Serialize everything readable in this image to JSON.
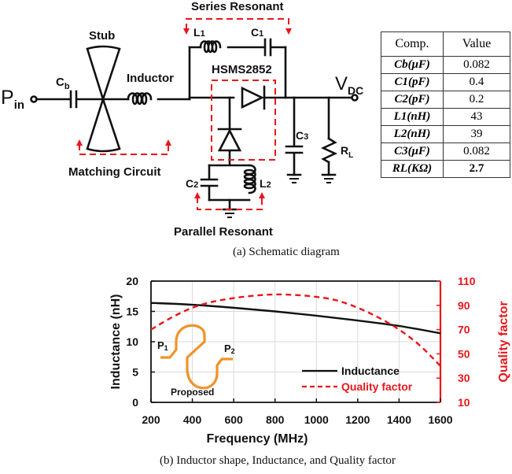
{
  "schematic": {
    "labels": {
      "pin": "P",
      "pin_sub": "in",
      "cb": "C",
      "cb_sub": "b",
      "stub": "Stub",
      "inductor": "Inductor",
      "series_resonant": "Series Resonant",
      "l1": "L",
      "l1_sub": "1",
      "c1": "C",
      "c1_sub": "1",
      "diode_part": "HSMS2852",
      "vdc": "V",
      "vdc_sub": "DC",
      "c3": "C",
      "c3_sub": "3",
      "rl": "R",
      "rl_sub": "L",
      "c2": "C",
      "c2_sub": "2",
      "l2": "L",
      "l2_sub": "2",
      "matching_circuit": "Matching Circuit",
      "parallel_resonant": "Parallel Resonant"
    },
    "colors": {
      "wire": "#111111",
      "annotation": "#e8161b"
    },
    "caption": "(a)    Schematic diagram"
  },
  "component_table": {
    "headers": [
      "Comp.",
      "Value"
    ],
    "rows": [
      {
        "comp": "Cb(μF)",
        "value": "0.082"
      },
      {
        "comp": "C1(pF)",
        "value": "0.4"
      },
      {
        "comp": "C2(pF)",
        "value": "0.2"
      },
      {
        "comp": "L1(nH)",
        "value": "43"
      },
      {
        "comp": "L2(nH)",
        "value": "39"
      },
      {
        "comp": "C3(μF)",
        "value": "0.082"
      },
      {
        "comp": "RL(KΩ)",
        "value": "2.7"
      }
    ]
  },
  "chart_data": {
    "type": "line",
    "title": "",
    "xlabel": "Frequency (MHz)",
    "ylabel": "Inductance (nH)",
    "y2label": "Quality factor",
    "xlim": [
      200,
      1600
    ],
    "ylim": [
      0,
      20
    ],
    "y2lim": [
      10,
      110
    ],
    "xticks": [
      200,
      400,
      600,
      800,
      1000,
      1200,
      1400,
      1600
    ],
    "yticks": [
      0,
      5,
      10,
      15,
      20
    ],
    "y2ticks": [
      10,
      30,
      50,
      70,
      90,
      110
    ],
    "grid": true,
    "legend_position": "bottom-right",
    "series": [
      {
        "name": "Inductance",
        "axis": "left",
        "color": "#111111",
        "style": "solid",
        "x": [
          200,
          400,
          600,
          800,
          1000,
          1200,
          1400,
          1600
        ],
        "values": [
          16.4,
          16.1,
          15.6,
          15.0,
          14.3,
          13.5,
          12.6,
          11.4
        ]
      },
      {
        "name": "Quality factor",
        "axis": "right",
        "color": "#e8161b",
        "style": "dashed",
        "x": [
          200,
          300,
          400,
          500,
          600,
          700,
          800,
          900,
          1000,
          1100,
          1200,
          1300,
          1400,
          1500,
          1600
        ],
        "values": [
          70,
          80,
          88,
          93,
          96,
          98,
          99,
          98.5,
          97,
          94,
          88,
          80,
          70,
          57,
          40
        ]
      }
    ],
    "inset": {
      "shape_color": "#f0922a",
      "port1": "P",
      "port1_sub": "1",
      "port2": "P",
      "port2_sub": "2",
      "label": "Proposed"
    },
    "caption": "(b) Inductor shape, Inductance, and Quality factor"
  }
}
